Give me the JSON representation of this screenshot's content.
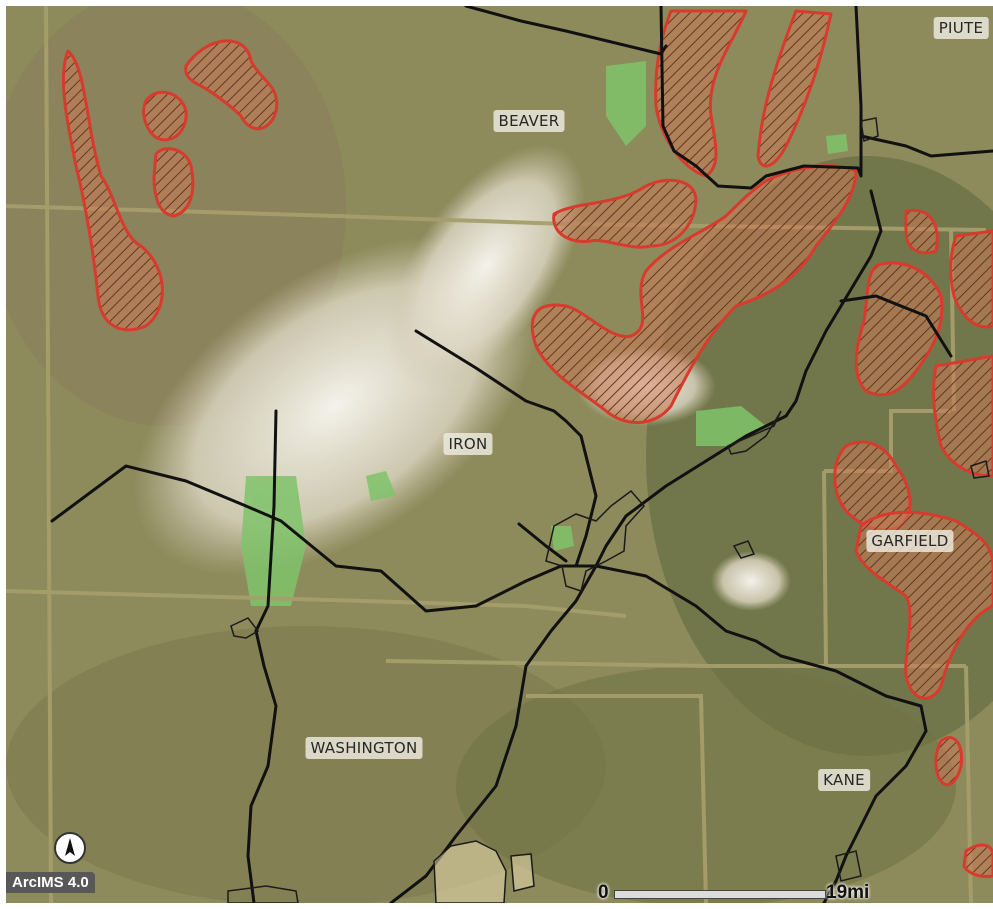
{
  "map": {
    "counties": [
      {
        "name": "BEAVER"
      },
      {
        "name": "PIUTE"
      },
      {
        "name": "IRON"
      },
      {
        "name": "GARFIELD"
      },
      {
        "name": "WASHINGTON"
      },
      {
        "name": "KANE"
      }
    ],
    "badge": "ArcIMS 4.0",
    "scale": {
      "start": "0",
      "end": "19mi"
    },
    "north_arrow_icon": "north-arrow-icon",
    "colors": {
      "hatched_area": "#d93a2e",
      "roads": "#111111",
      "county_lines": "#a59e6c",
      "irrigated": "#7fc36a",
      "terrain": "#8d8a5c"
    }
  }
}
